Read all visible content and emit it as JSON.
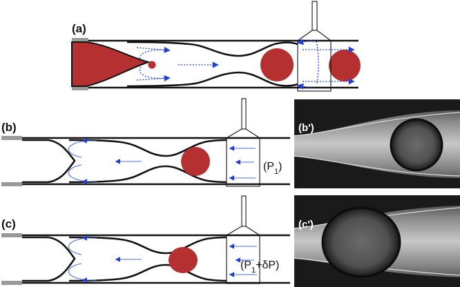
{
  "panels": {
    "a": {
      "label": "(a)"
    },
    "b": {
      "label": "(b)",
      "pressure": [
        "(P",
        "1",
        ")"
      ]
    },
    "c": {
      "label": "(c)",
      "pressure": [
        "(P",
        "1",
        "+δP)"
      ]
    },
    "b_photo": {
      "label": "(b')"
    },
    "c_photo": {
      "label": "(c')"
    }
  },
  "colors": {
    "droplet": "#b53131",
    "arrow": "#1f3fd8",
    "wall": "#111111",
    "capillary_tip": "#999999"
  }
}
